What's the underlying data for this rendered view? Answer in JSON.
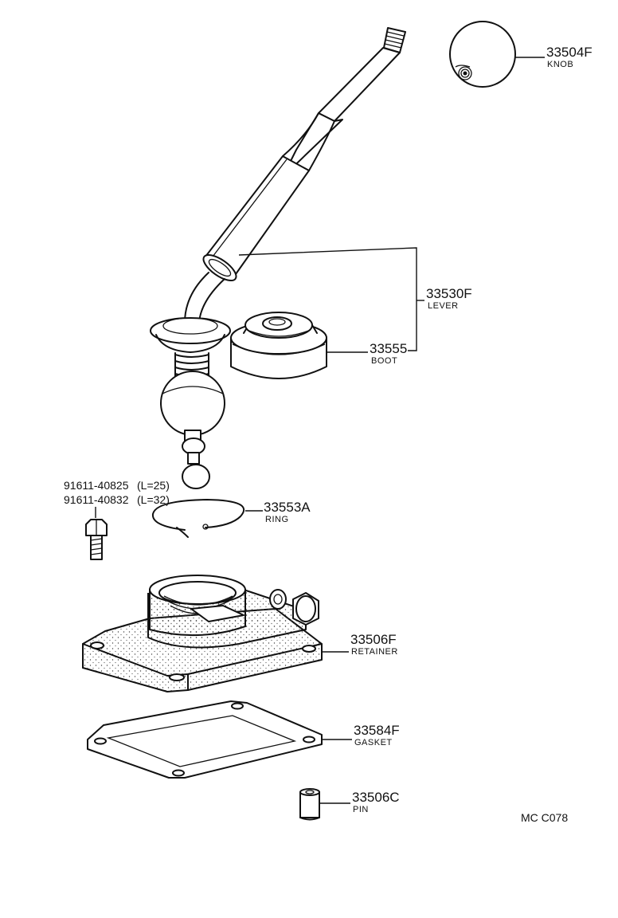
{
  "parts": {
    "knob": {
      "number": "33504F",
      "label": "KNOB"
    },
    "lever": {
      "number": "33530F",
      "label": "LEVER"
    },
    "boot": {
      "number": "33555",
      "label": "BOOT"
    },
    "bolt": {
      "number_1": "91611-40825",
      "spec_1": "(L=25)",
      "number_2": "91611-40832",
      "spec_2": "(L=32)"
    },
    "ring": {
      "number": "33553A",
      "label": "RING"
    },
    "retainer": {
      "number": "33506F",
      "label": "RETAINER"
    },
    "gasket": {
      "number": "33584F",
      "label": "GASKET"
    },
    "pin": {
      "number": "33506C",
      "label": "PIN"
    }
  },
  "figure_code": "MC C078"
}
